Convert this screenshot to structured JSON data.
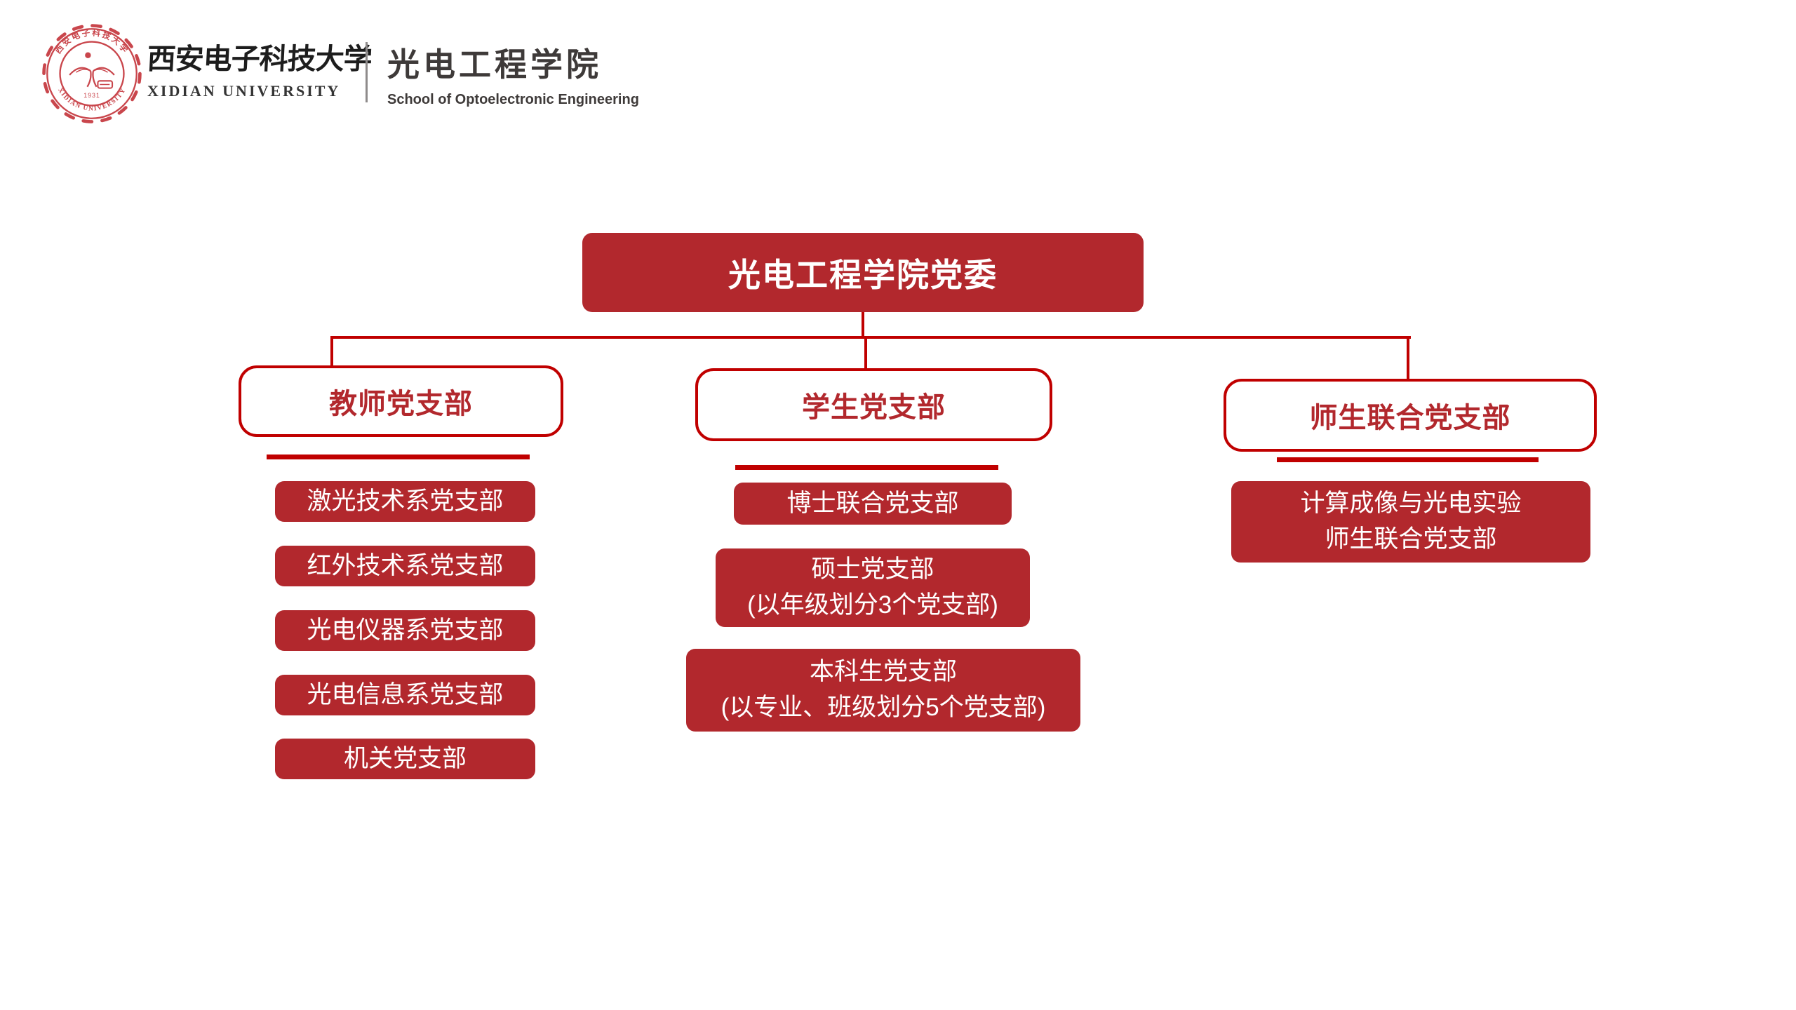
{
  "header": {
    "university_cn": "西安电子科技大学",
    "university_en": "XIDIAN UNIVERSITY",
    "school_cn": "光电工程学院",
    "school_en": "School of Optoelectronic Engineering",
    "seal": {
      "top_text": "西安电子科技大学",
      "bottom_text": "XIDIAN UNIVERSITY",
      "year": "1931"
    }
  },
  "colors": {
    "box_fill_red": "#b2282d",
    "line_red": "#c00000",
    "seal_red": "#c9464c",
    "header_text": "#3e3a39"
  },
  "org": {
    "root": "光电工程学院党委",
    "branches": [
      {
        "title": "教师党支部",
        "items": [
          {
            "line1": "激光技术系党支部"
          },
          {
            "line1": "红外技术系党支部"
          },
          {
            "line1": "光电仪器系党支部"
          },
          {
            "line1": "光电信息系党支部"
          },
          {
            "line1": "机关党支部"
          }
        ]
      },
      {
        "title": "学生党支部",
        "items": [
          {
            "line1": "博士联合党支部"
          },
          {
            "line1": "硕士党支部",
            "line2": "(以年级划分3个党支部)"
          },
          {
            "line1": "本科生党支部",
            "line2": "(以专业、班级划分5个党支部)"
          }
        ]
      },
      {
        "title": "师生联合党支部",
        "items": [
          {
            "line1": "计算成像与光电实验",
            "line2": "师生联合党支部"
          }
        ]
      }
    ]
  }
}
